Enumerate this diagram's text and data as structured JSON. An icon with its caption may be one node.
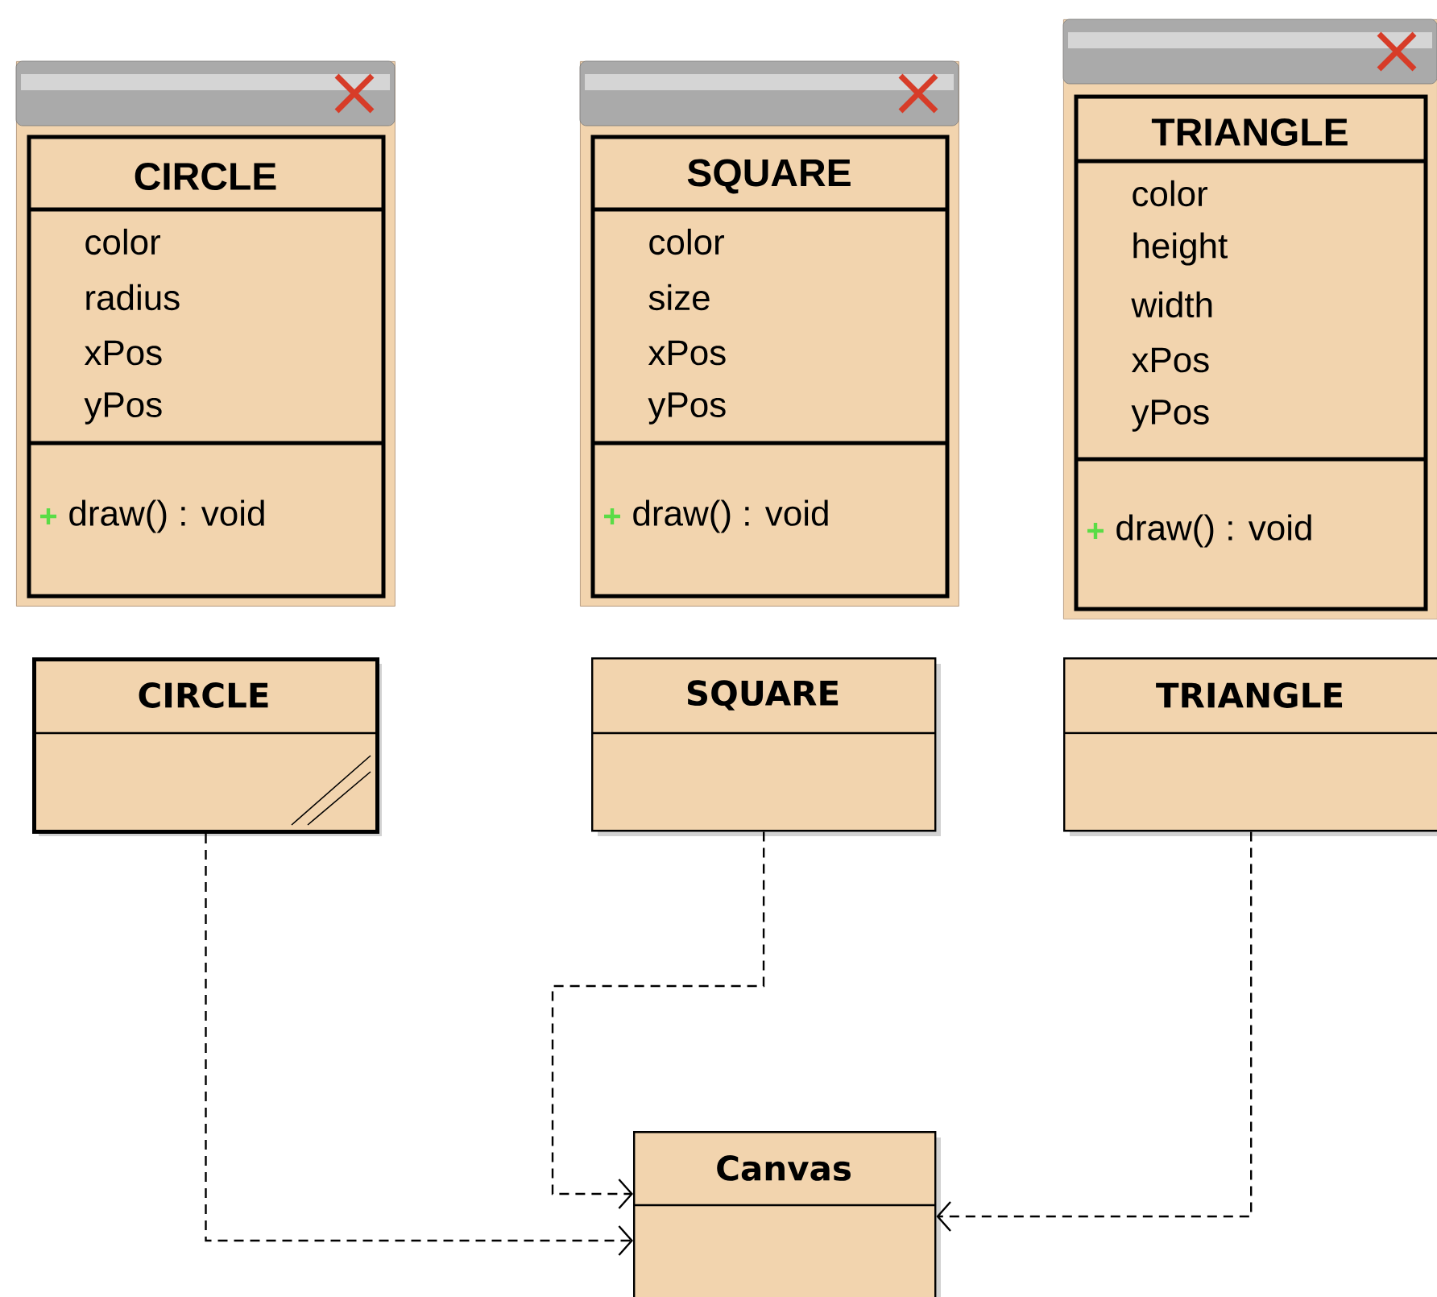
{
  "diagram": {
    "nodes": [
      {
        "text": [
          "CIRCLE",
          "color",
          "radius",
          "xPos",
          "yPos",
          "draw() : void"
        ]
      },
      {
        "text": [
          "SQUARE",
          "color",
          "size",
          "xPos",
          "yPos",
          "draw() : void"
        ]
      },
      {
        "text": [
          "TRIANGLE",
          "color",
          "height",
          "width",
          "xPos",
          "yPos",
          "draw() : void"
        ]
      },
      {
        "text": [
          "CIRCLE"
        ]
      },
      {
        "text": [
          "SQUARE"
        ]
      },
      {
        "text": [
          "TRIANGLE"
        ]
      },
      {
        "text": [
          "Canvas"
        ]
      }
    ],
    "edges": [
      {
        "from": 3,
        "to": 6,
        "arrow": "to",
        "style": "dashed"
      },
      {
        "from": 4,
        "to": 6,
        "arrow": "to",
        "style": "dashed"
      },
      {
        "from": 5,
        "to": 6,
        "arrow": "to",
        "style": "dashed"
      }
    ]
  }
}
